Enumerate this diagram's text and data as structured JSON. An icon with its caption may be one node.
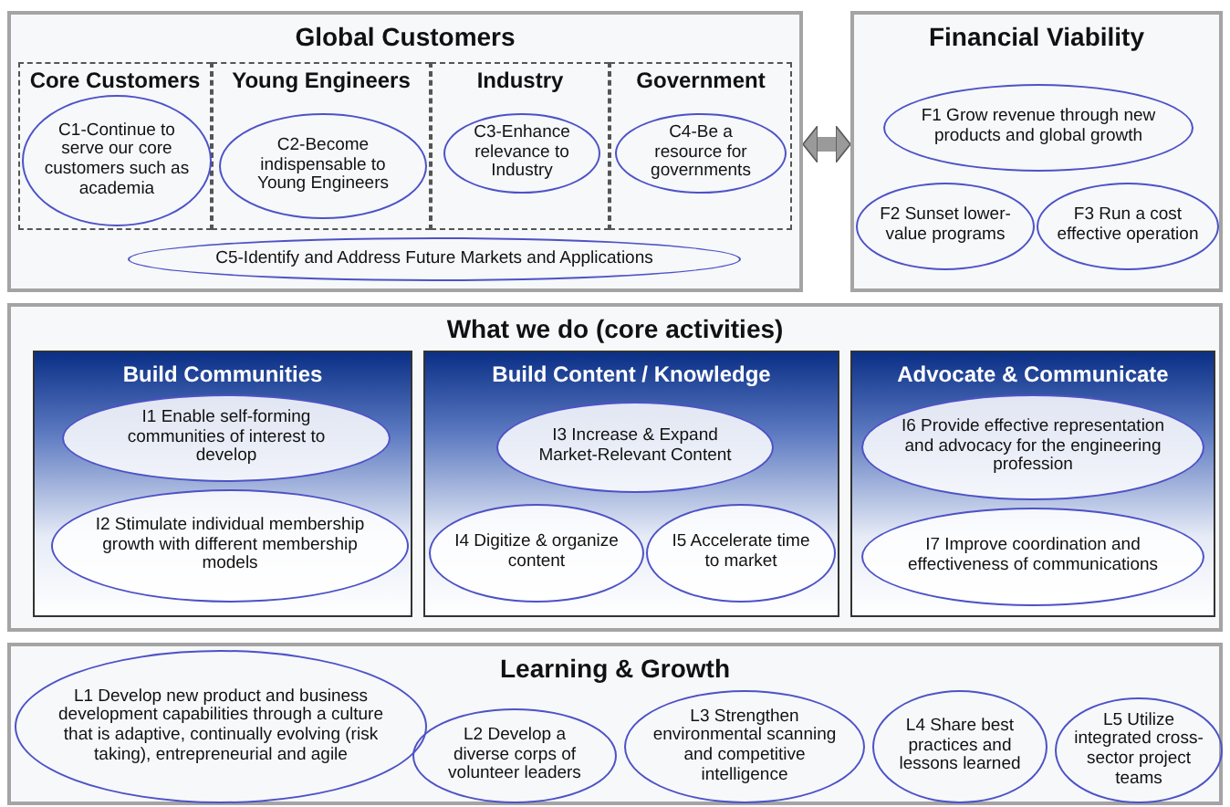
{
  "diagram": {
    "nodes": [
      {
        "text": [
          "Global Customers"
        ]
      },
      {
        "text": [
          "Core Customers"
        ],
        "in": 0
      },
      {
        "text": [
          "C1-Continue to serve our core customers such as academia"
        ],
        "in": 1
      },
      {
        "text": [
          "Young Engineers"
        ],
        "in": 0
      },
      {
        "text": [
          "C2-Become indispensable to Young Engineers"
        ],
        "in": 3
      },
      {
        "text": [
          "Industry"
        ],
        "in": 0
      },
      {
        "text": [
          "C3-Enhance relevance to Industry"
        ],
        "in": 5
      },
      {
        "text": [
          "Government"
        ],
        "in": 0
      },
      {
        "text": [
          "C4-Be a resource for governments"
        ],
        "in": 7
      },
      {
        "text": [
          "C5-Identify and Address Future Markets and Applications"
        ],
        "in": 0
      },
      {
        "text": [
          "Financial Viability"
        ]
      },
      {
        "text": [
          "F1 Grow revenue through new products and global growth"
        ],
        "in": 10
      },
      {
        "text": [
          "F2 Sunset lower-value programs"
        ],
        "in": 10
      },
      {
        "text": [
          "F3 Run a cost effective operation"
        ],
        "in": 10
      },
      {
        "text": [
          "What we do (core activities)"
        ]
      },
      {
        "text": [
          "Build Communities"
        ],
        "in": 14
      },
      {
        "text": [
          "I1 Enable self-forming communities of interest to develop"
        ],
        "in": 15
      },
      {
        "text": [
          "I2 Stimulate individual membership growth with different membership models"
        ],
        "in": 15
      },
      {
        "text": [
          "Build Content / Knowledge"
        ],
        "in": 14
      },
      {
        "text": [
          "I3 Increase & Expand Market-Relevant Content"
        ],
        "in": 18
      },
      {
        "text": [
          "I4 Digitize & organize content"
        ],
        "in": 18
      },
      {
        "text": [
          "I5 Accelerate time to market"
        ],
        "in": 18
      },
      {
        "text": [
          "Advocate & Communicate"
        ],
        "in": 14
      },
      {
        "text": [
          "I6 Provide effective representation and advocacy for the engineering profession"
        ],
        "in": 22
      },
      {
        "text": [
          "I7 Improve coordination and effectiveness of communications"
        ],
        "in": 22
      },
      {
        "text": [
          "Learning & Growth"
        ]
      },
      {
        "text": [
          "L1 Develop new product and business development capabilities through a culture that is adaptive, continually evolving (risk taking), entrepreneurial and agile"
        ],
        "in": 25
      },
      {
        "text": [
          "L2 Develop a diverse corps of volunteer leaders"
        ],
        "in": 25
      },
      {
        "text": [
          "L3 Strengthen environmental scanning and competitive intelligence"
        ],
        "in": 25
      },
      {
        "text": [
          "L4 Share best practices and lessons learned"
        ],
        "in": 25
      },
      {
        "text": [
          "L5 Utilize integrated cross-sector project teams"
        ],
        "in": 25
      }
    ],
    "edges": [
      {
        "from": 0,
        "to": 10,
        "arrow": "both",
        "color": "#9a9a9a"
      }
    ]
  }
}
